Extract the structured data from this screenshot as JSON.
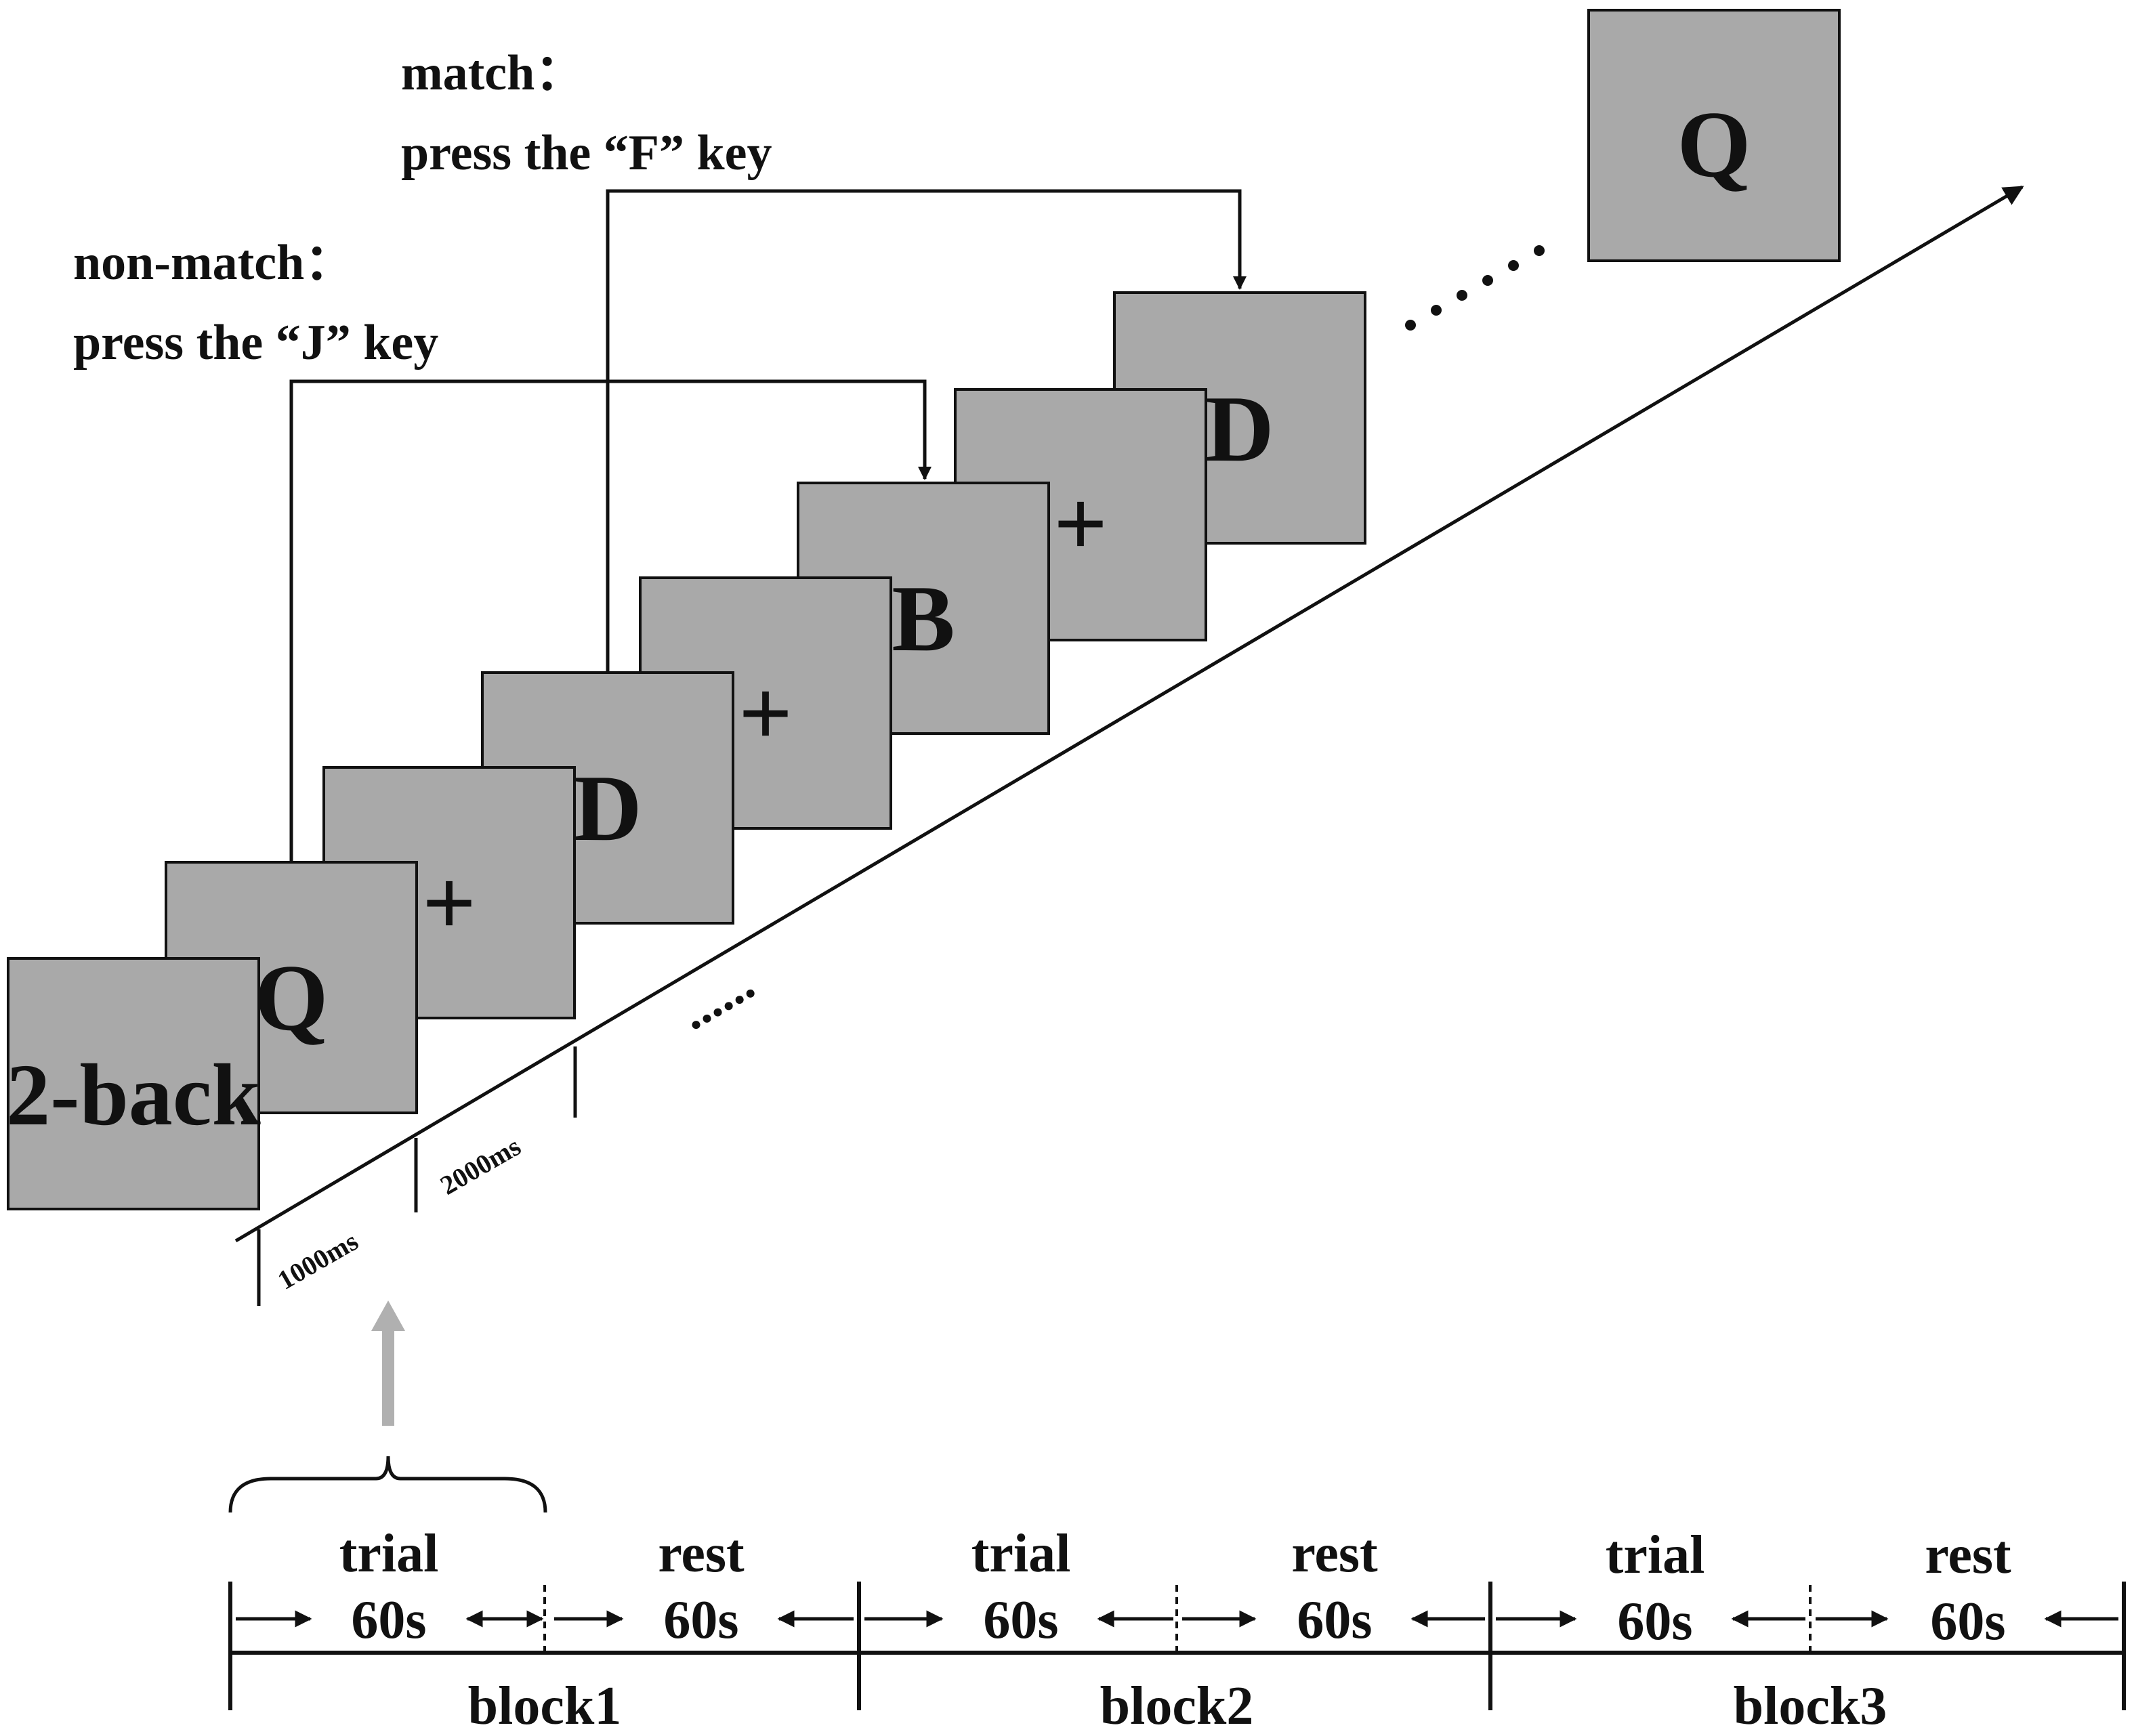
{
  "rules": {
    "non_match": {
      "title": "non-match：",
      "instruction": "press the “J” key"
    },
    "match": {
      "title": "match：",
      "instruction": "press the “F” key"
    }
  },
  "cue_card": {
    "label": "2-back"
  },
  "stimuli": [
    "Q",
    "+",
    "D",
    "+",
    "B",
    "+",
    "D"
  ],
  "final_stimulus": "Q",
  "durations": {
    "stimulus": "1000ms",
    "fixation": "2000ms"
  },
  "ellipsis": "......",
  "timeline": {
    "blocks": [
      {
        "label": "block1",
        "trial": "trial",
        "trial_duration": "60s",
        "rest": "rest",
        "rest_duration": "60s"
      },
      {
        "label": "block2",
        "trial": "trial",
        "trial_duration": "60s",
        "rest": "rest",
        "rest_duration": "60s"
      },
      {
        "label": "block3",
        "trial": "trial",
        "trial_duration": "60s",
        "rest": "rest",
        "rest_duration": "60s"
      }
    ]
  },
  "colors": {
    "card_fill": "#a9a9a9",
    "stroke": "#111111",
    "pointer_arrow": "#b0b0b0"
  }
}
